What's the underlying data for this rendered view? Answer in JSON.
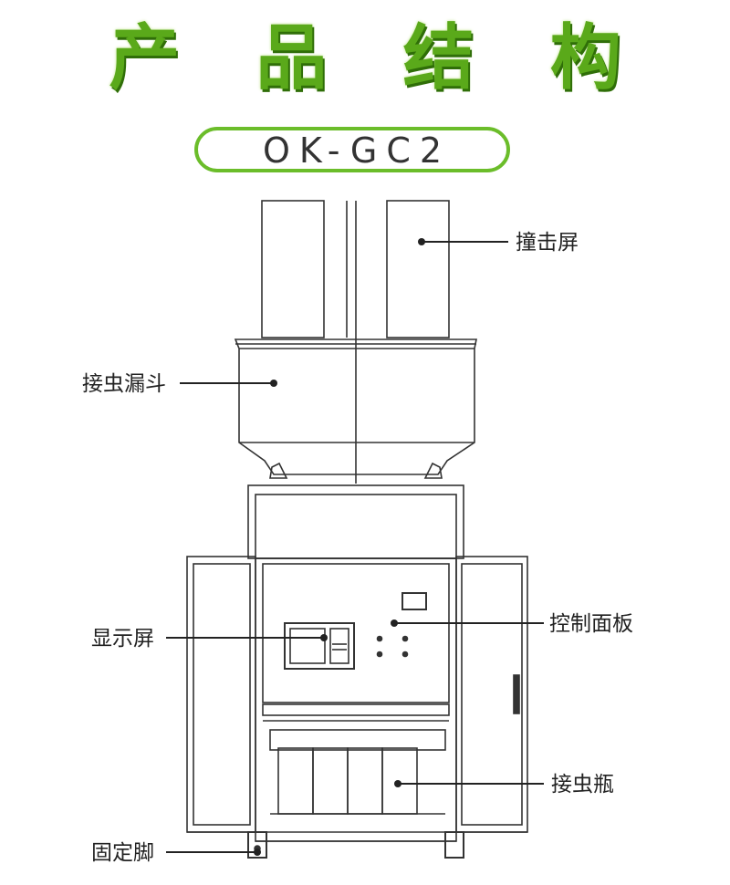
{
  "title": "产 品 结 构",
  "model": "OK-GC2",
  "labels": {
    "impact_screen": "撞击屏",
    "funnel": "接虫漏斗",
    "control_panel": "控制面板",
    "display": "显示屏",
    "bottle": "接虫瓶",
    "feet": "固定脚"
  },
  "colors": {
    "accent": "#6bbd2a",
    "title_green": "#5aa91a",
    "line": "#333333"
  }
}
